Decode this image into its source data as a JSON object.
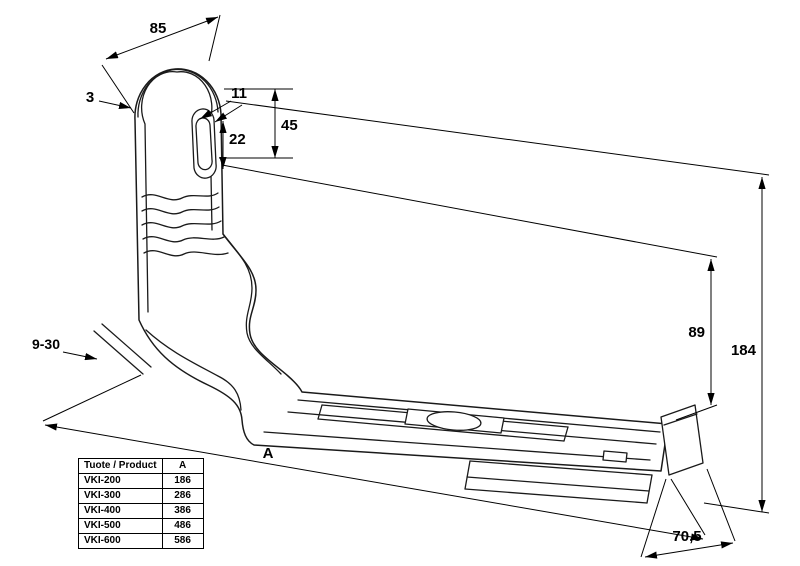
{
  "dimensions": {
    "top_width": "85",
    "plate_thickness": "3",
    "slot_width": "11",
    "slot_length": "22",
    "slot_offset": "45",
    "arm_height": "89",
    "total_height": "184",
    "wall_range": "9-30",
    "length_label": "A",
    "end_height": "70,5"
  },
  "table": {
    "headers": {
      "product": "Tuote / Product",
      "value": "A"
    },
    "rows": [
      {
        "product": "VKI-200",
        "value": "186"
      },
      {
        "product": "VKI-300",
        "value": "286"
      },
      {
        "product": "VKI-400",
        "value": "386"
      },
      {
        "product": "VKI-500",
        "value": "486"
      },
      {
        "product": "VKI-600",
        "value": "586"
      }
    ]
  },
  "colors": {
    "line": "#1a1a1a",
    "background": "#ffffff"
  }
}
